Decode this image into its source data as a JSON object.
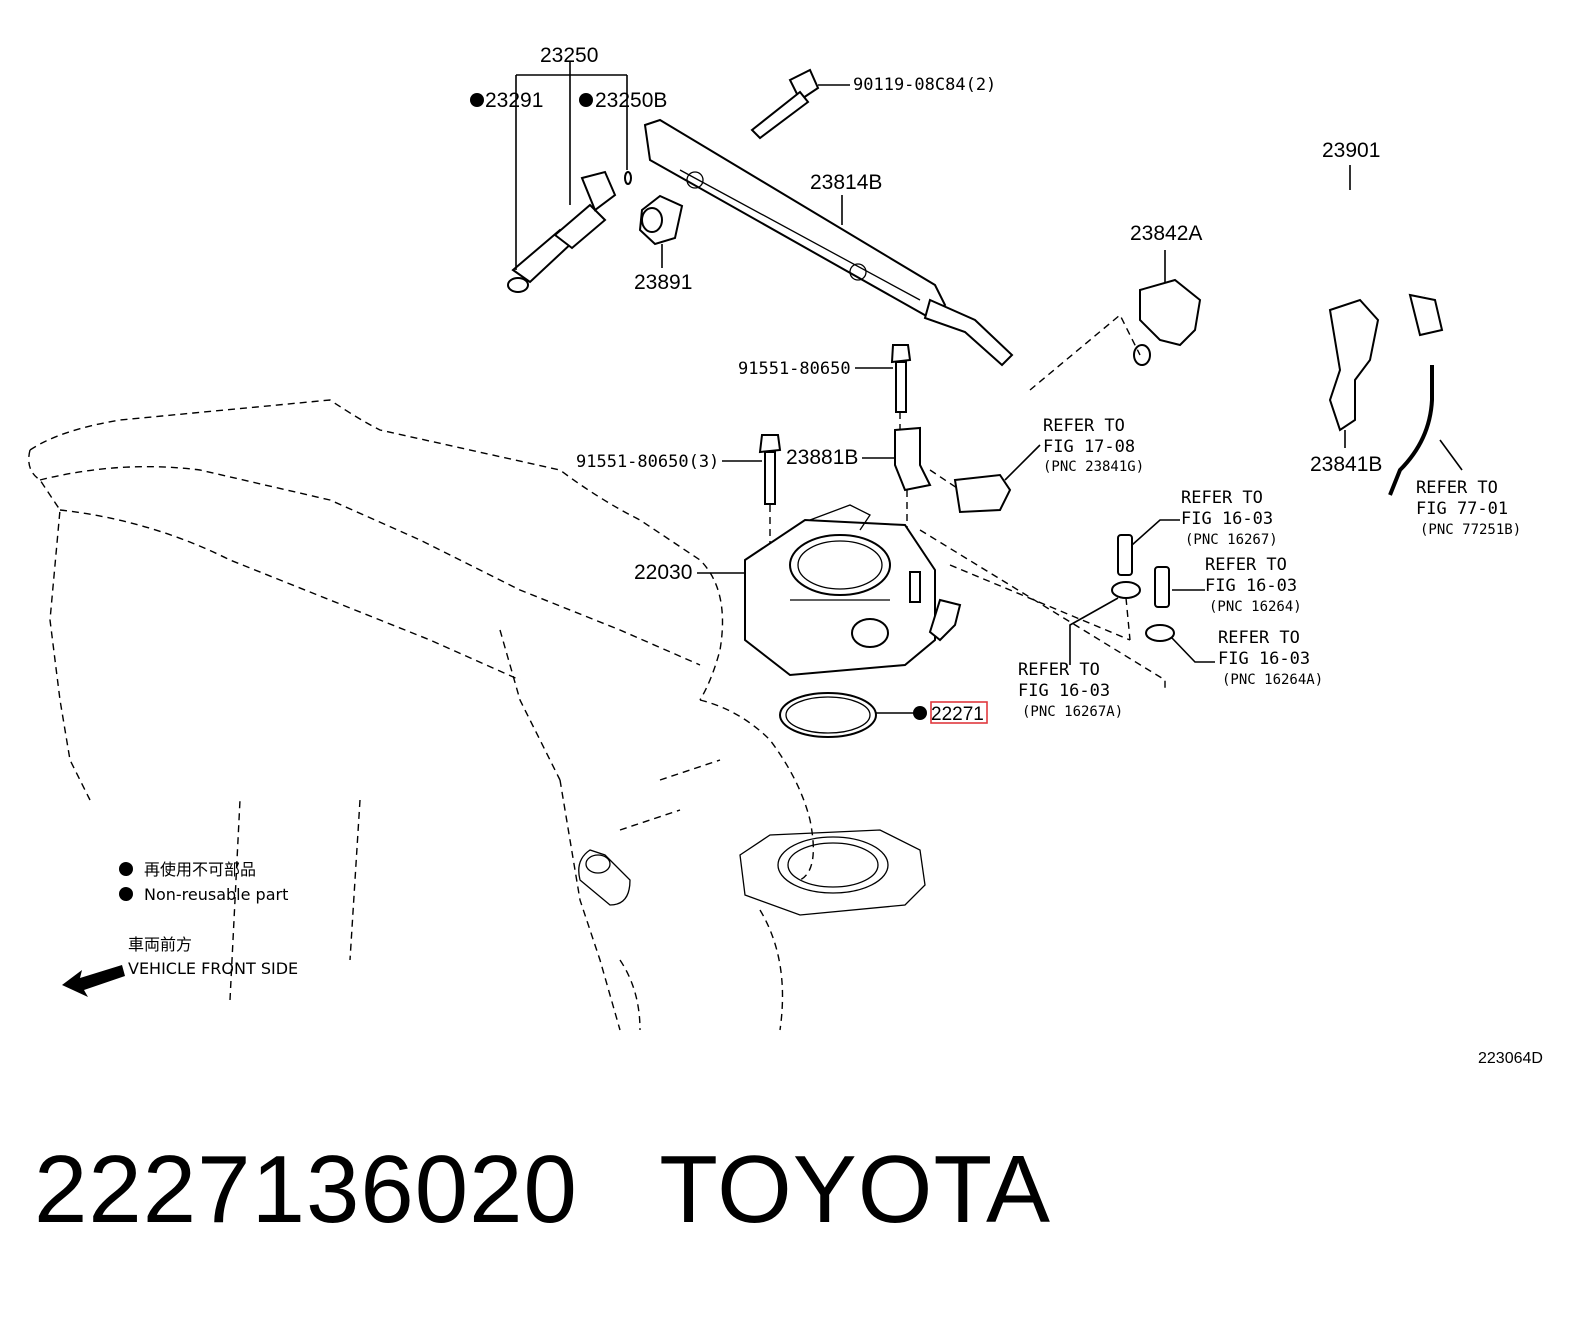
{
  "parts": {
    "p23250": "23250",
    "p23291": "23291",
    "p23250B": "23250B",
    "p90119": "90119-08C84(2)",
    "p23814B": "23814B",
    "p23891": "23891",
    "p23901": "23901",
    "p23842A": "23842A",
    "p91551_a": "91551-80650",
    "p91551_b": "91551-80650(3)",
    "p23881B": "23881B",
    "p23841B": "23841B",
    "p22030": "22030",
    "p22271": "22271"
  },
  "refs": [
    {
      "l1": "REFER TO",
      "l2": "FIG 17-08",
      "l3": "(PNC 23841G)"
    },
    {
      "l1": "REFER TO",
      "l2": "FIG 16-03",
      "l3": "(PNC 16267)"
    },
    {
      "l1": "REFER TO",
      "l2": "FIG 16-03",
      "l3": "(PNC 16264)"
    },
    {
      "l1": "REFER TO",
      "l2": "FIG 16-03",
      "l3": "(PNC 16264A)"
    },
    {
      "l1": "REFER TO",
      "l2": "FIG 16-03",
      "l3": "(PNC 16267A)"
    },
    {
      "l1": "REFER TO",
      "l2": "FIG 77-01",
      "l3": "(PNC 77251B)"
    }
  ],
  "legend": {
    "jp_nonreusable": "再使用不可部品",
    "en_nonreusable": "Non-reusable part",
    "jp_front": "車両前方",
    "en_front": "VEHICLE FRONT SIDE"
  },
  "diagram_code": "223064D",
  "footer": {
    "part_number": "2227136020",
    "brand": "TOYOTA"
  },
  "colors": {
    "highlight": "#e0393e"
  }
}
